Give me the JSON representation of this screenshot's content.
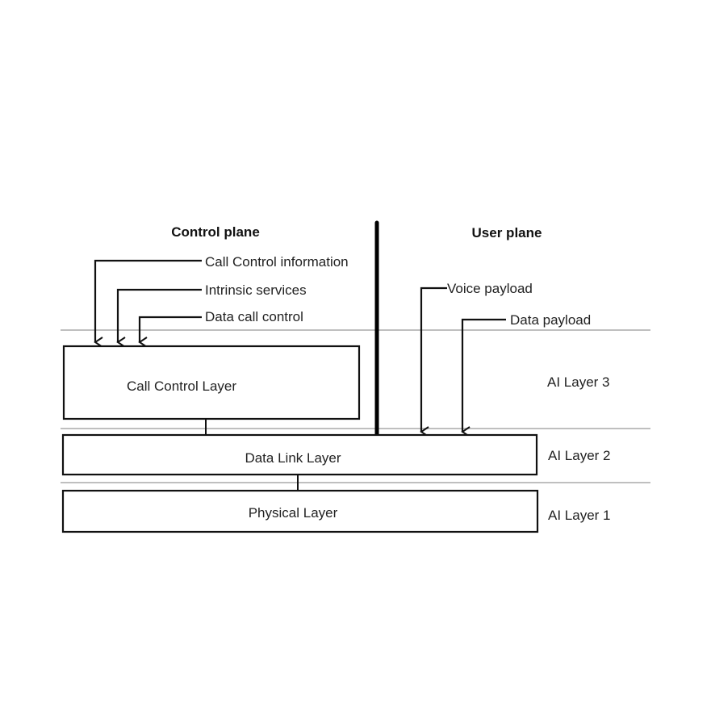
{
  "diagram": {
    "planes": {
      "control": "Control plane",
      "user": "User plane"
    },
    "control_inputs": [
      "Call Control information",
      "Intrinsic services",
      "Data call control"
    ],
    "user_inputs": [
      "Voice payload",
      "Data payload"
    ],
    "layers": [
      {
        "box": "Call Control Layer",
        "level": "AI Layer 3"
      },
      {
        "box": "Data Link Layer",
        "level": "AI Layer 2"
      },
      {
        "box": "Physical Layer",
        "level": "AI Layer 1"
      }
    ],
    "colors": {
      "line": "#111111",
      "separator": "#aaaaaa",
      "background": "#ffffff"
    }
  }
}
